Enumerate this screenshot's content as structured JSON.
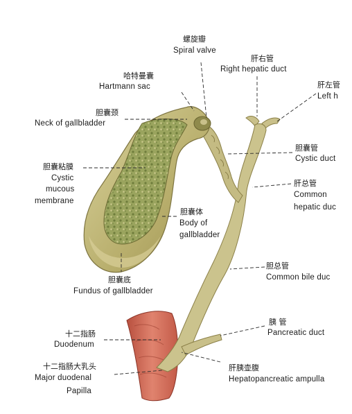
{
  "labels": {
    "spiral_valve": {
      "cn": "螺旋瓣",
      "en": "Spiral valve"
    },
    "right_hepatic_duct": {
      "cn": "肝右管",
      "en": "Right hepatic duct"
    },
    "left_hepatic_duct": {
      "cn": "肝左管",
      "en": "Left h"
    },
    "hartmann_sac": {
      "cn": "哈特曼囊",
      "en": "Hartmann sac"
    },
    "neck_gallbladder": {
      "cn": "胆囊颈",
      "en": "Neck of gallbladder"
    },
    "cystic_duct": {
      "cn": "胆囊管",
      "en": "Cystic duct"
    },
    "cystic_mucous": {
      "cn": "胆囊粘膜",
      "en1": "Cystic",
      "en2": "mucous",
      "en3": "membrane"
    },
    "common_hepatic": {
      "cn": "肝总管",
      "en1": "Common",
      "en2": "hepatic duc"
    },
    "body_gallbladder": {
      "cn": "胆囊体",
      "en1": "Body of",
      "en2": "gallbladder"
    },
    "common_bile": {
      "cn": "胆总管",
      "en": "Common bile duc"
    },
    "fundus": {
      "cn": "胆囊底",
      "en": "Fundus of gallbladder"
    },
    "pancreatic_duct": {
      "cn": "胰 管",
      "en": "Pancreatic duct"
    },
    "duodenum": {
      "cn": "十二指肠",
      "en": "Duodenum"
    },
    "major_papilla": {
      "cn": "十二指肠大乳头",
      "en1": "Major duodenal",
      "en2": "Papilla"
    },
    "ampulla": {
      "cn": "肝胰壶腹",
      "en": "Hepatopancreatic ampulla"
    }
  },
  "colors": {
    "gallbladder_fill": "#bfb77a",
    "gallbladder_edge": "#7d7440",
    "mucosa": "#8b9a52",
    "duct": "#c9c08a",
    "duodenum": "#cf6b5a"
  }
}
